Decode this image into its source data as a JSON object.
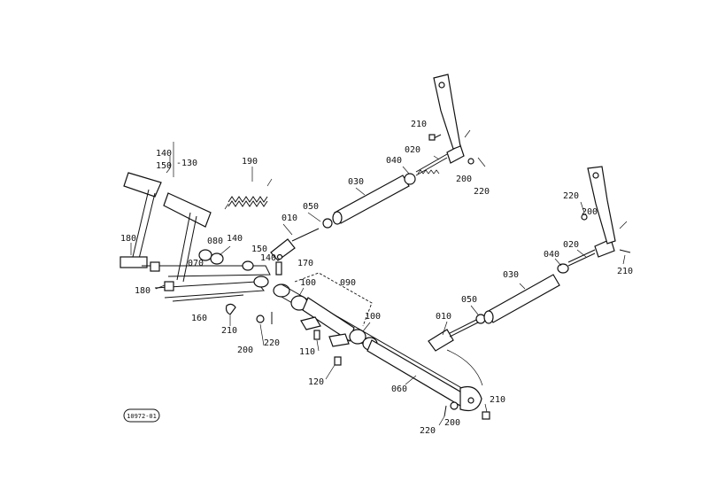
{
  "diagram": {
    "ref_code": "10972-01",
    "labels": {
      "l140a": "140",
      "l150a": "150",
      "l130": "-130",
      "l190": "190",
      "l180a": "180",
      "l180b": "180",
      "l070": "070",
      "l080": "080",
      "l140b": "140",
      "l150b": "150",
      "l140c": "140",
      "l160": "160",
      "l170": "170",
      "l210a": "210",
      "l200a": "200",
      "l220a": "220",
      "l010a": "010",
      "l050a": "050",
      "l030a": "030",
      "l040a": "040",
      "l020a": "020",
      "l210b": "210",
      "l200b": "200",
      "l220b": "220",
      "l100a": "100",
      "l090": "090",
      "l100b": "100",
      "l110": "110",
      "l120": "120",
      "l060": "060",
      "l220c": "220",
      "l200c": "200",
      "l210c": "210",
      "l010b": "010",
      "l050b": "050",
      "l030b": "030",
      "l040b": "040",
      "l020b": "020",
      "l220d": "220",
      "l200d": "200",
      "l210d": "210"
    }
  }
}
